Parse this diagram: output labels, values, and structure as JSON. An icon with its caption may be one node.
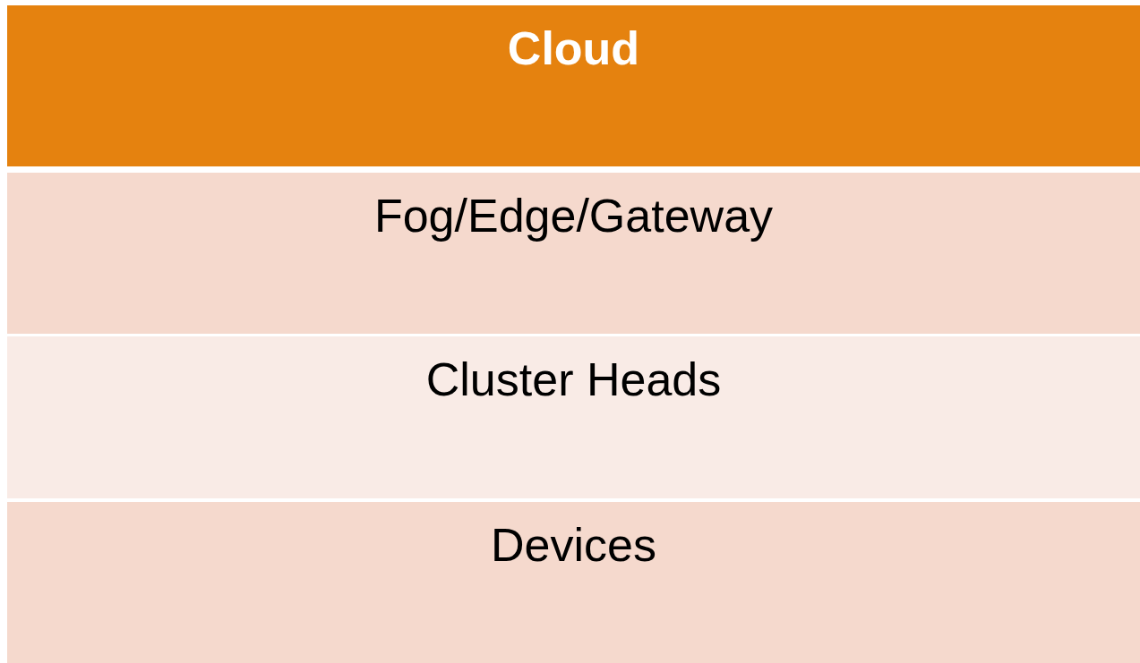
{
  "diagram": {
    "nodes": [
      {
        "text": [
          "Cloud"
        ]
      },
      {
        "text": [
          "Fog/Edge/Gateway"
        ]
      },
      {
        "text": [
          "Cluster Heads"
        ]
      },
      {
        "text": [
          "Devices"
        ]
      }
    ]
  }
}
